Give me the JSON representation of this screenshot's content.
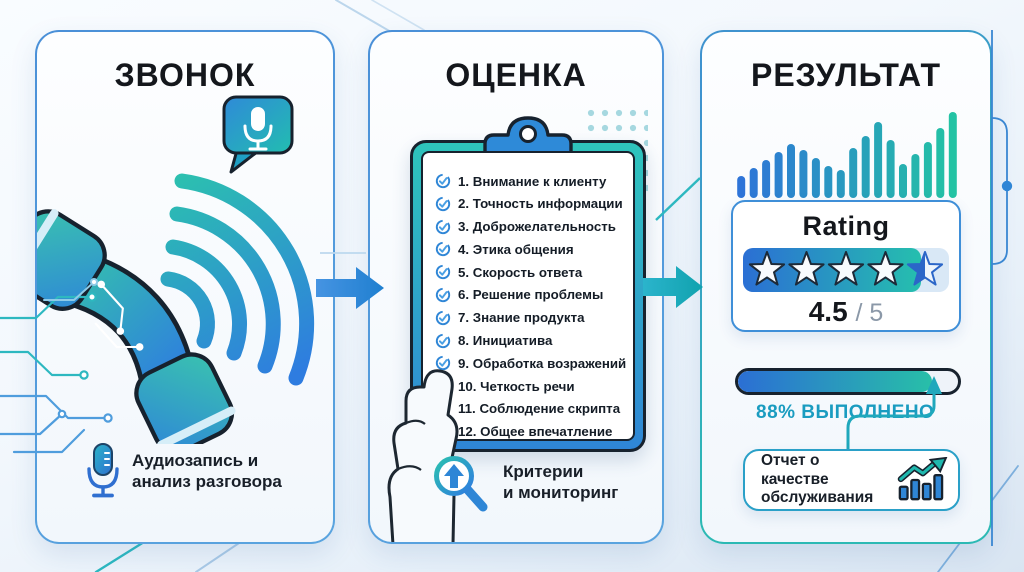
{
  "panels": [
    {
      "title": "ЗВОНОК",
      "caption": {
        "line1": "Аудиозапись и",
        "line2": "анализ разговора"
      },
      "icons": [
        "phone-handset-icon",
        "sound-waves-icon",
        "voice-message-bubble-icon",
        "microphone-icon"
      ]
    },
    {
      "title": "ОЦЕНКА",
      "checklist": [
        "1. Внимание к клиенту",
        "2. Точность информации",
        "3. Доброжелательность",
        "4. Этика общения",
        "5. Скорость ответа",
        "6. Решение проблемы",
        "7. Знание продукта",
        "8. Инициатива",
        "9. Обработка возражений",
        "10. Четкость речи",
        "11. Соблюдение скрипта",
        "12. Общее впечатление"
      ],
      "caption": {
        "line1": "Критерии",
        "line2": "и мониторинг"
      },
      "icons": [
        "clipboard-icon",
        "checkmark-circle-icon",
        "hand-icon",
        "magnifier-up-arrow-icon",
        "dots-grid"
      ]
    },
    {
      "title": "РЕЗУЛЬТАТ",
      "rating": {
        "label": "Rating",
        "value": "4.5",
        "max_label": "/ 5",
        "stars_total": 5,
        "stars_filled": 4.5
      },
      "progress": {
        "percent": 88,
        "label": "88% ВЫПОЛНЕНО"
      },
      "report": {
        "line1": "Отчет о качестве",
        "line2": "обслуживания"
      },
      "chart_bars": [
        22,
        30,
        38,
        46,
        54,
        48,
        40,
        32,
        28,
        50,
        62,
        76,
        58,
        34,
        44,
        56,
        70,
        86
      ],
      "icons": [
        "bar-chart-icon",
        "star-icon",
        "progress-bar",
        "growth-report-icon",
        "curved-arrow-up-icon"
      ]
    }
  ],
  "colors": {
    "brand_blue": "#2e74d8",
    "brand_teal": "#23c3a4",
    "accent_outline": "#17222e",
    "label_teal": "#1a9cc0",
    "panel_border_blue": "#4a90d8"
  }
}
